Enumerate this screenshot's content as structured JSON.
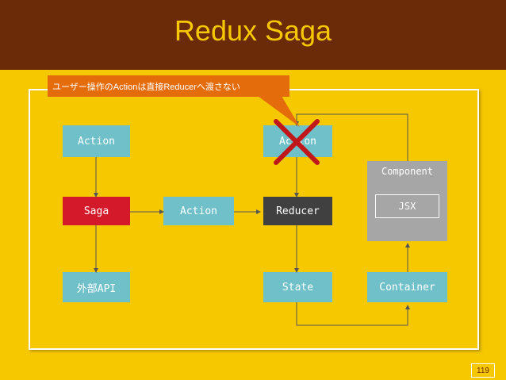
{
  "slide": {
    "title": "Redux Saga",
    "callout": "ユーザー操作のActionは直接Reducerへ渡さない",
    "page_number": "119"
  },
  "diagram": {
    "nodes": {
      "action_left": "Action",
      "saga": "Saga",
      "external_api": "外部API",
      "action_middle": "Action",
      "action_top": "Action",
      "reducer": "Reducer",
      "state": "State",
      "component": "Component",
      "jsx": "JSX",
      "container": "Container"
    },
    "rejected_marker": "cross-icon"
  },
  "colors": {
    "header": "#6b2a08",
    "background": "#f6c800",
    "action": "#6fc0c8",
    "saga": "#d4192b",
    "reducer": "#404040",
    "component": "#a6a6a6",
    "callout": "#e46c0a",
    "cross": "#c0171b"
  }
}
